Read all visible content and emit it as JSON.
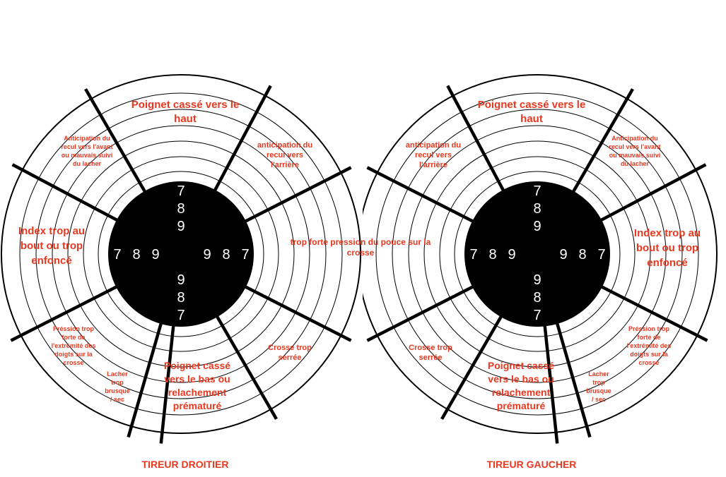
{
  "targets": [
    {
      "caption": "TIREUR DROITIER",
      "labels": {
        "top": [
          "Poignet cassé vers le",
          "haut"
        ],
        "upper_left": [
          "Anticipation du",
          "recul vers l'avant",
          "ou mauvais suivi",
          "du lacher"
        ],
        "upper_right": [
          "anticipation du",
          "recul vers",
          "l'arrière"
        ],
        "left": [
          "Index trop au",
          "bout ou trop",
          "enfoncé"
        ],
        "right": [
          "trop forte pression du pouce sur la",
          "crosse"
        ],
        "lower_left": [
          "Préssion trop",
          "forte de",
          "l'extrémité des",
          "doigts sur la",
          "crosse"
        ],
        "lower_left_small": [
          "Lacher",
          "trop",
          "brusque",
          "/ sec"
        ],
        "bottom": [
          "Poignet cassé",
          "vers le bas ou",
          "relachement",
          "prématuré"
        ],
        "lower_right": [
          "Crosse trop",
          "serrée"
        ]
      }
    },
    {
      "caption": "TIREUR GAUCHER",
      "labels": {
        "top": [
          "Poignet cassé vers le",
          "haut"
        ],
        "upper_left": [
          "anticipation du",
          "recul vers",
          "l'arrière"
        ],
        "upper_right": [
          "Anticipation du",
          "recul vers l'avant",
          "ou mauvais suivi",
          "du lacher"
        ],
        "left": [],
        "right": [
          "Index trop au",
          "bout ou trop",
          "enfoncé"
        ],
        "lower_left": [
          "Crosse trop",
          "serrée"
        ],
        "bottom": [
          "Poignet cassé",
          "vers le bas ou",
          "relachement",
          "prématuré"
        ],
        "lower_right_small": [
          "Lacher",
          "trop",
          "brusque",
          "/ sec"
        ],
        "lower_right": [
          "Préssion trop",
          "forte de",
          "l'extrémité des",
          "doigts sur la",
          "crosse"
        ]
      }
    }
  ],
  "center_numbers": {
    "top": [
      "7",
      "8",
      "9"
    ],
    "bottom": [
      "9",
      "8",
      "7"
    ],
    "left": [
      "7",
      "8",
      "9"
    ],
    "right": [
      "9",
      "8",
      "7"
    ]
  },
  "colors": {
    "label": "#e8381f",
    "ink": "#000000",
    "paper": "#ffffff"
  }
}
